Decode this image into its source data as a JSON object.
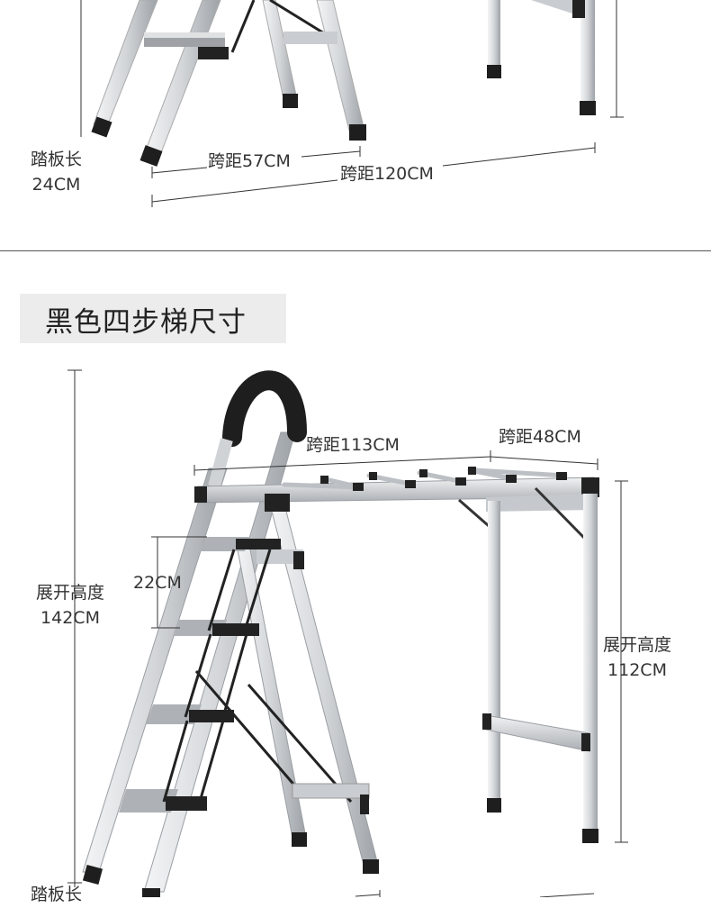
{
  "top_section": {
    "tread_label": "踏板长",
    "tread_value": "24CM",
    "span_small": "跨距57CM",
    "span_large": "跨距120CM"
  },
  "bottom_section": {
    "title": "黑色四步梯尺寸",
    "span_left": "跨距113CM",
    "span_right": "跨距48CM",
    "step_gap": "22CM",
    "left_height_label": "展开高度",
    "left_height_value": "142CM",
    "right_height_label": "展开高度",
    "right_height_value": "112CM",
    "tread_label_partial": "踏板长"
  },
  "colors": {
    "frame": "#d9dcdf",
    "rubber": "#1e1e1e",
    "line": "#333333"
  }
}
